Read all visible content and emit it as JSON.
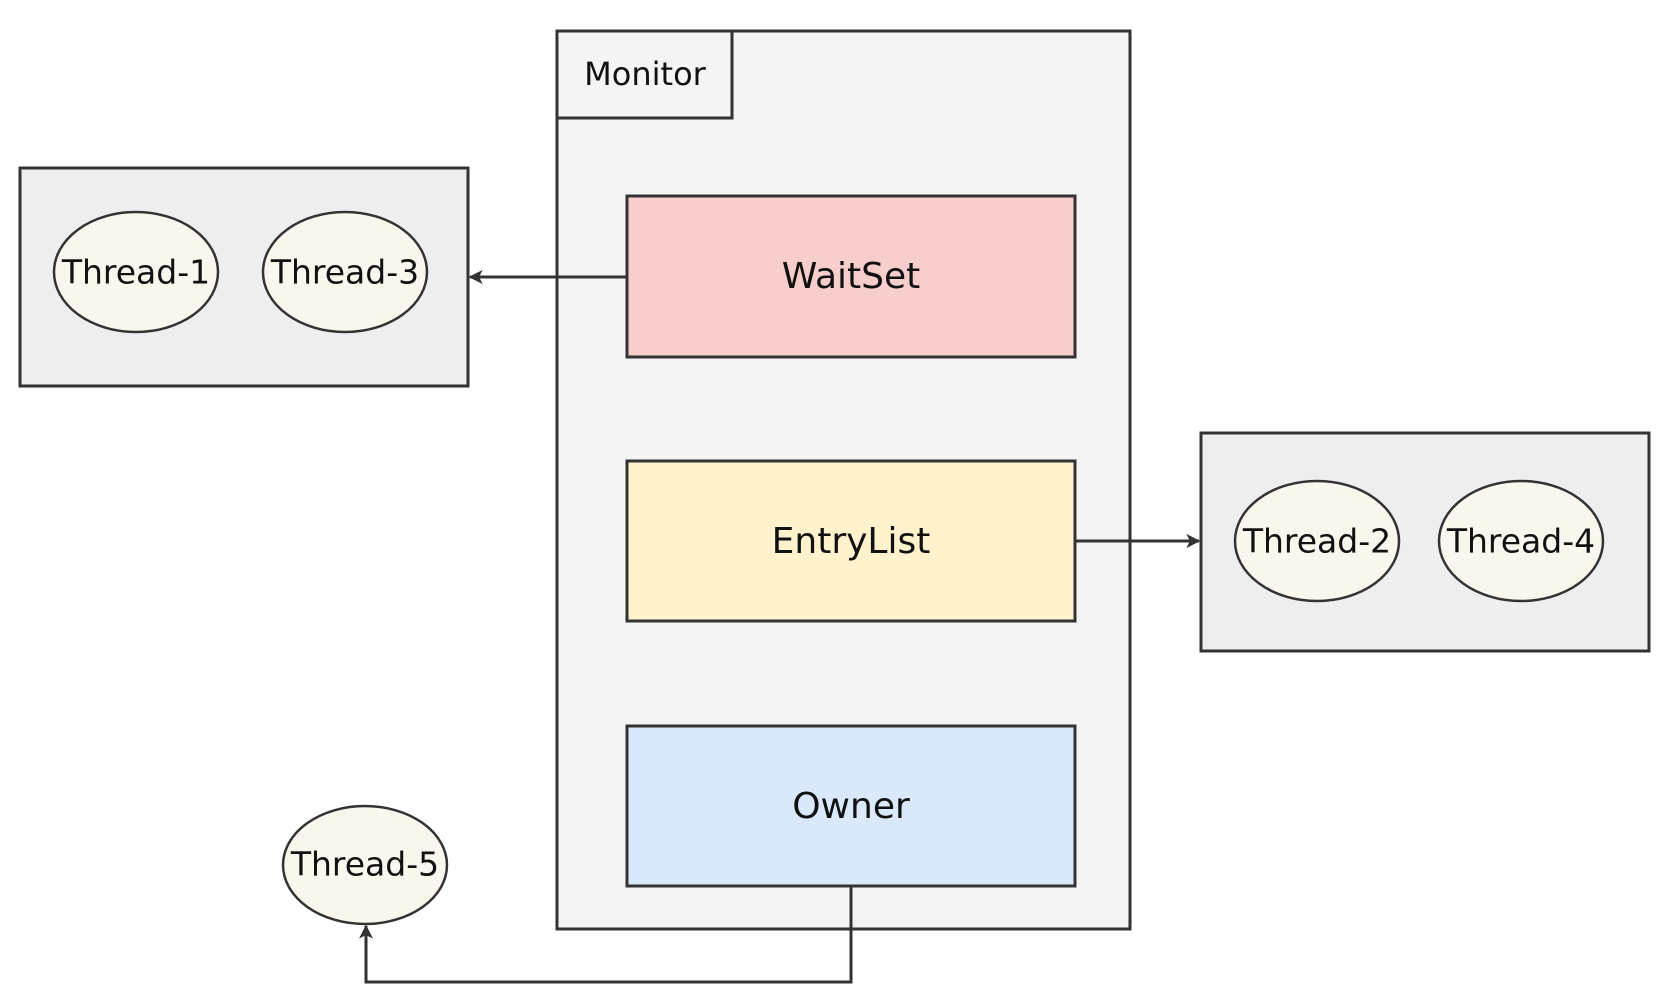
{
  "monitor": {
    "title": "Monitor",
    "fill": "#f4f4f4"
  },
  "boxes": {
    "waitset": {
      "label": "WaitSet",
      "fill": "#f8cecc"
    },
    "entrylist": {
      "label": "EntryList",
      "fill": "#fff2cc"
    },
    "owner": {
      "label": "Owner",
      "fill": "#dae8fc"
    }
  },
  "groups": {
    "waiting": {
      "fill": "#eeeeee",
      "threads": [
        "Thread-1",
        "Thread-3"
      ]
    },
    "blocked": {
      "fill": "#eeeeee",
      "threads": [
        "Thread-2",
        "Thread-4"
      ]
    }
  },
  "owner_thread": {
    "label": "Thread-5"
  },
  "colors": {
    "stroke": "#333333",
    "thread_fill": "#f9f7ed",
    "arrow": "#333333"
  },
  "icons": {
    "arrowhead": "arrowhead-icon"
  }
}
